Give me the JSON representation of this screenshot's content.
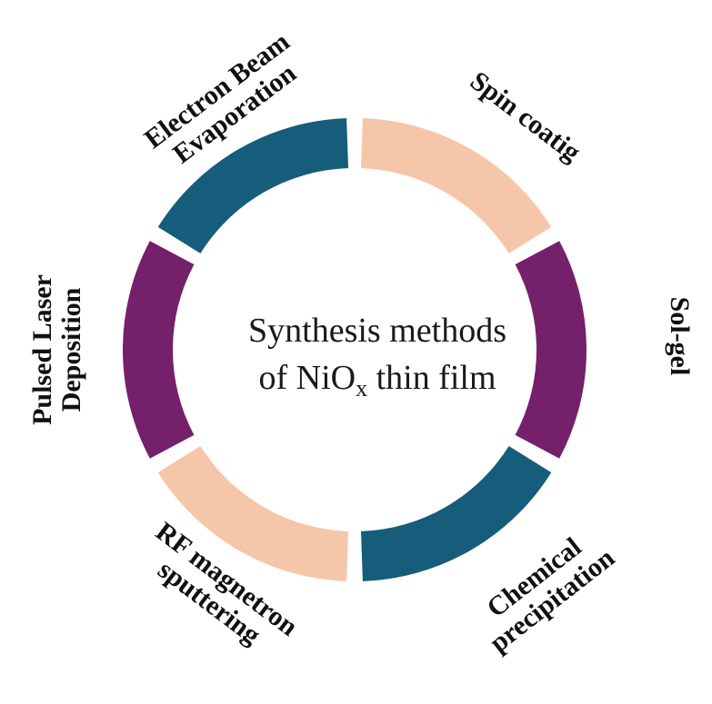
{
  "diagram": {
    "center": {
      "line1": "Synthesis methods",
      "line2_prefix": "of NiO",
      "line2_sub": "x",
      "line2_suffix": " thin film"
    },
    "segments": [
      {
        "name": "segment-spin-coating",
        "color": "#F5C6AA",
        "label": [
          "Spin coatig"
        ]
      },
      {
        "name": "segment-sol-gel",
        "color": "#74206A",
        "label": [
          "Sol-gel"
        ]
      },
      {
        "name": "segment-chemical-precipitation",
        "color": "#155D7A",
        "label": [
          "Chemical",
          "precipitation"
        ]
      },
      {
        "name": "segment-rf-magnetron-sputtering",
        "color": "#F5C6AA",
        "label": [
          "RF magnetron",
          "sputtering"
        ]
      },
      {
        "name": "segment-pulsed-laser-deposition",
        "color": "#74206A",
        "label": [
          "Pulsed Laser",
          "Deposition"
        ]
      },
      {
        "name": "segment-electron-beam-evaporation",
        "color": "#155D7A",
        "label": [
          "Electron Beam",
          "Evaporation"
        ]
      }
    ]
  }
}
